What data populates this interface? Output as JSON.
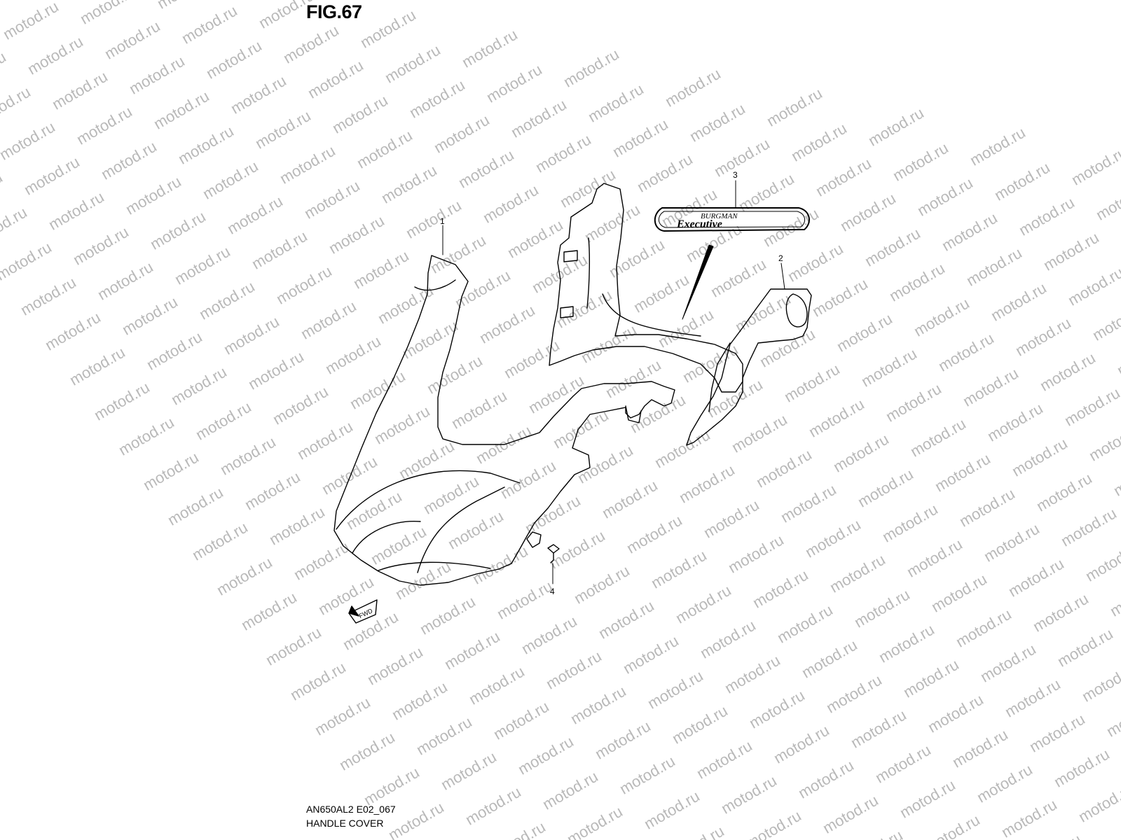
{
  "figure_title": "FIG.67",
  "watermark_text": "motod.ru",
  "callouts": [
    {
      "id": "1",
      "label": "1"
    },
    {
      "id": "2",
      "label": "2"
    },
    {
      "id": "3",
      "label": "3"
    },
    {
      "id": "4",
      "label": "4"
    }
  ],
  "emblem": {
    "line1": "BURGMAN",
    "line2": "Executive"
  },
  "direction_marker": "FWD",
  "footer": {
    "code": "AN650AL2 E02_067",
    "name": "HANDLE COVER"
  },
  "colors": {
    "line": "#000000",
    "watermark": "#b9b9b9",
    "background": "#ffffff"
  }
}
